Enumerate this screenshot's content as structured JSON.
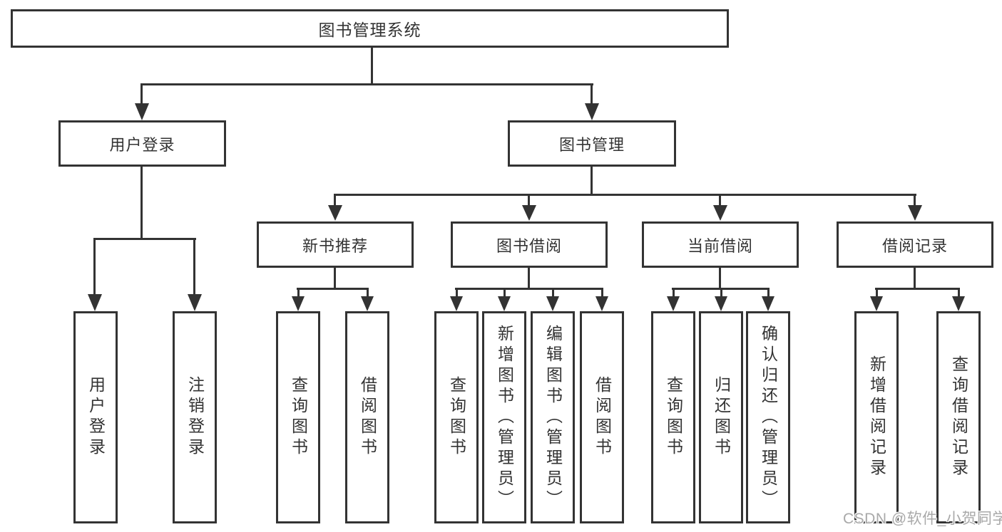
{
  "diagram_title": "图书管理系统",
  "colors": {
    "line": "#333333",
    "text": "#333333",
    "box_background": "#ffffff",
    "page_background": "#ffffff",
    "watermark": "#a9a9a9"
  },
  "tree": {
    "root": {
      "label": "图书管理系统"
    },
    "branches": [
      {
        "label": "用户登录",
        "children": [
          "用户登录",
          "注销登录"
        ]
      },
      {
        "label": "图书管理",
        "groups": [
          {
            "label": "新书推荐",
            "children": [
              "查询图书",
              "借阅图书"
            ]
          },
          {
            "label": "图书借阅",
            "children": [
              "查询图书",
              "新增图书（管理员）",
              "编辑图书（管理员）",
              "借阅图书"
            ]
          },
          {
            "label": "当前借阅",
            "children": [
              "查询图书",
              "归还图书",
              "确认归还（管理员）"
            ]
          },
          {
            "label": "借阅记录",
            "children": [
              "新增借阅记录",
              "查询借阅记录"
            ]
          }
        ]
      }
    ]
  },
  "watermark": {
    "text": "CSDN @软件_小贺同学"
  }
}
